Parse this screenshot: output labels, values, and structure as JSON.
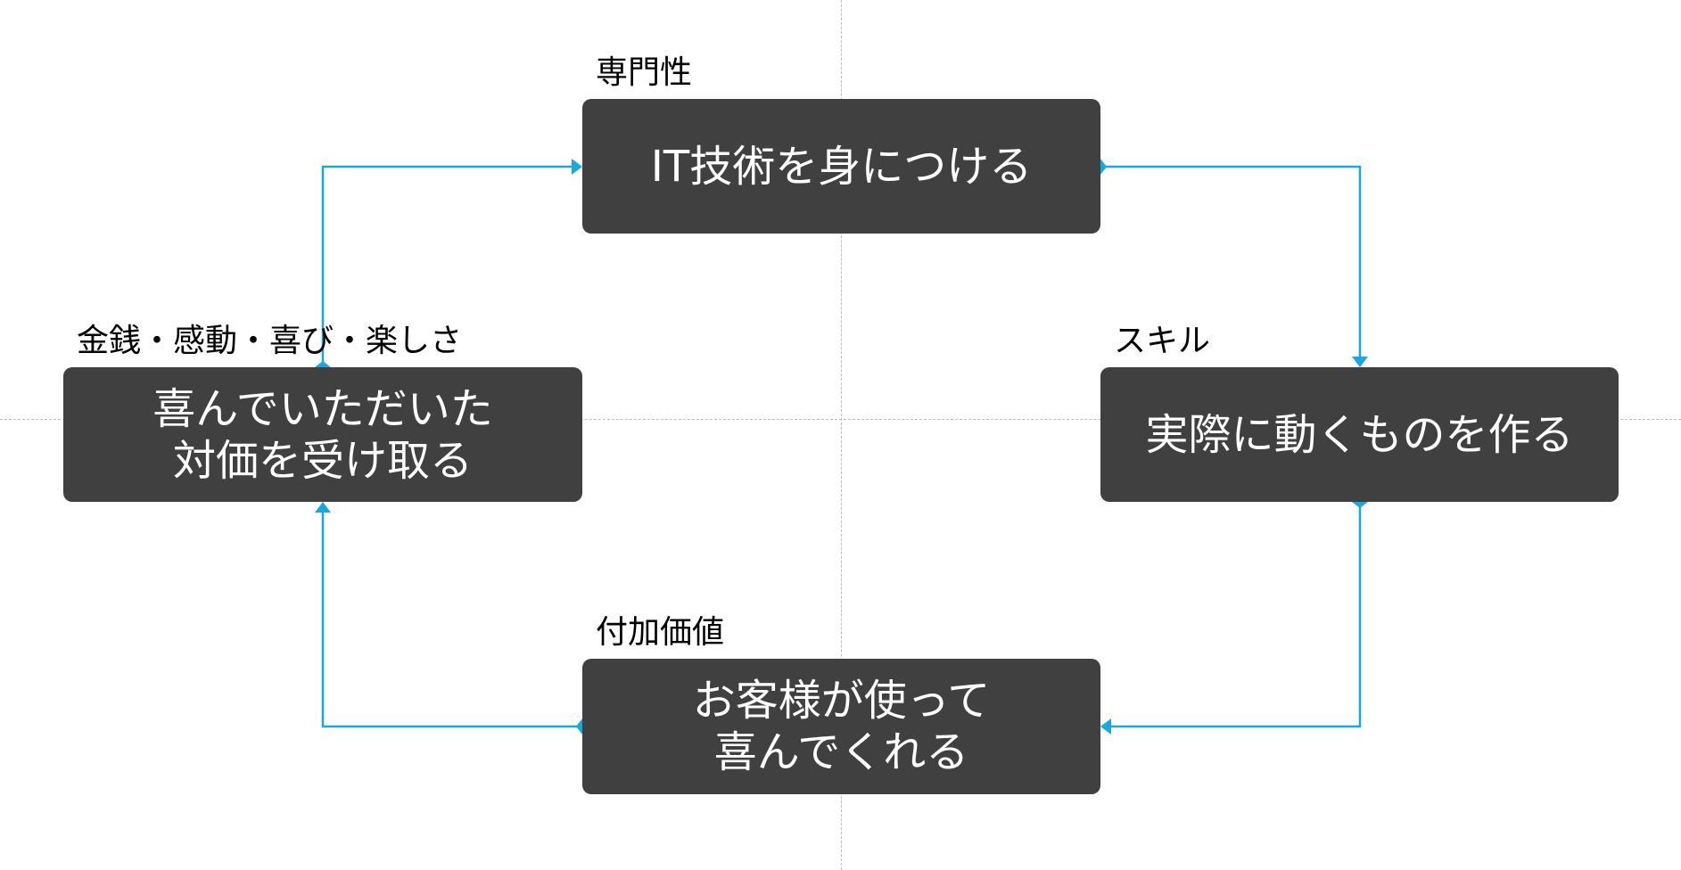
{
  "colors": {
    "box_fill": "#404040",
    "box_text": "#ffffff",
    "connector": "#1aa7e0",
    "guide": "#bdbdbd"
  },
  "nodes": {
    "top": {
      "label": "専門性",
      "text": "IT技術を身につける"
    },
    "right": {
      "label": "スキル",
      "text": "実際に動くものを作る"
    },
    "bottom": {
      "label": "付加価値",
      "text": "お客様が使って\n喜んでくれる"
    },
    "left": {
      "label": "金銭・感動・喜び・楽しさ",
      "text": "喜んでいただいた\n対価を受け取る"
    }
  },
  "edges": [
    {
      "from": "top",
      "to": "right"
    },
    {
      "from": "right",
      "to": "bottom"
    },
    {
      "from": "bottom",
      "to": "left"
    },
    {
      "from": "left",
      "to": "top"
    }
  ]
}
